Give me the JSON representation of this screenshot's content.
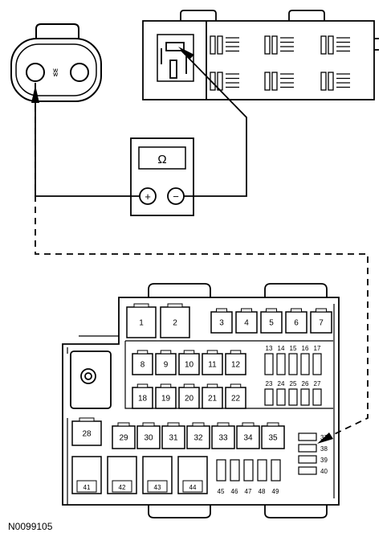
{
  "meter": {
    "symbol": "Ω",
    "positive": "+",
    "negative": "−"
  },
  "connector": {
    "pin_mark": "ʬ"
  },
  "fuse_box": {
    "large_fuses": [
      "1",
      "2"
    ],
    "top_row": [
      "3",
      "4",
      "5",
      "6",
      "7"
    ],
    "mini_top": [
      "13",
      "14",
      "15",
      "16",
      "17"
    ],
    "middle_row_a": [
      "8",
      "9",
      "10",
      "11",
      "12"
    ],
    "mini_middle": [
      "23",
      "24",
      "25",
      "26",
      "27"
    ],
    "middle_row_b": [
      "18",
      "19",
      "20",
      "21",
      "22"
    ],
    "relay_28": "28",
    "lower_row": [
      "29",
      "30",
      "31",
      "32",
      "33",
      "34",
      "35"
    ],
    "side_fuses": [
      "37",
      "38",
      "39",
      "40"
    ],
    "bottom_relays": [
      "41",
      "42",
      "43",
      "44"
    ],
    "bottom_mini": [
      "45",
      "46",
      "47",
      "48",
      "49"
    ]
  },
  "figure_id": "N0099105"
}
